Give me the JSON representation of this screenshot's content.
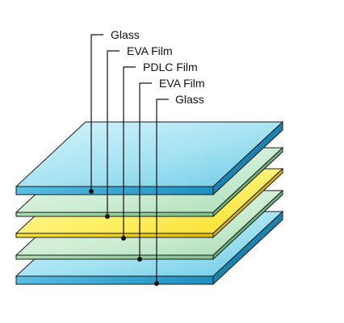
{
  "diagram": {
    "layers": [
      {
        "id": "glass-top",
        "label": "Glass",
        "material": "glass"
      },
      {
        "id": "eva-top",
        "label": "EVA Film",
        "material": "eva"
      },
      {
        "id": "pdlc",
        "label": "PDLC Film",
        "material": "pdlc"
      },
      {
        "id": "eva-bottom",
        "label": "EVA Film",
        "material": "eva"
      },
      {
        "id": "glass-bottom",
        "label": "Glass",
        "material": "glass"
      }
    ],
    "colors": {
      "glass_top": "#9fdff0",
      "glass_side": "#2aa6d1",
      "eva_top": "#c9ecd0",
      "eva_side": "#8fce9c",
      "pdlc_top": "#fff27a",
      "pdlc_side": "#f1d21f",
      "outline": "#1a1a1a"
    }
  }
}
